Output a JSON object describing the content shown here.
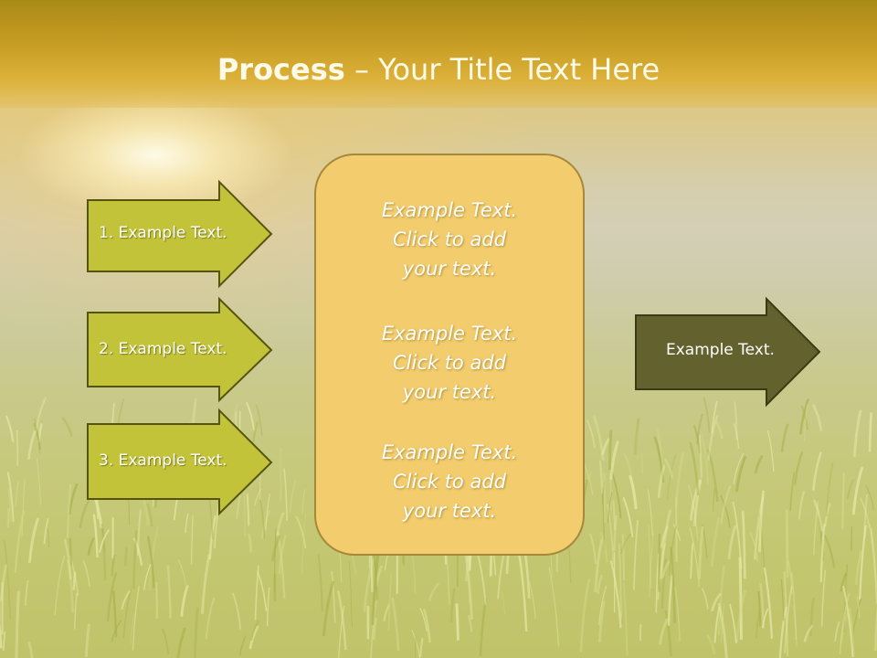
{
  "slide": {
    "title_bold": "Process",
    "title_rest": " – Your Title Text Here"
  },
  "left_arrows": [
    {
      "label": "1. Example Text."
    },
    {
      "label": "2. Example Text."
    },
    {
      "label": "3. Example Text."
    }
  ],
  "center_box": {
    "items": [
      {
        "line1": "Example Text.",
        "line2": "Click  to add",
        "line3": "your text."
      },
      {
        "line1": "Example Text.",
        "line2": "Click  to add",
        "line3": "your text."
      },
      {
        "line1": "Example Text.",
        "line2": "Click  to add",
        "line3": "your text."
      }
    ]
  },
  "right_arrow": {
    "label": "Example Text."
  },
  "colors": {
    "title_bar": "#c59c22",
    "left_arrow_fill": "#c2c339",
    "right_arrow_fill": "#63612e",
    "center_box_fill": "#f3cd6d",
    "outline": "#55540f"
  }
}
